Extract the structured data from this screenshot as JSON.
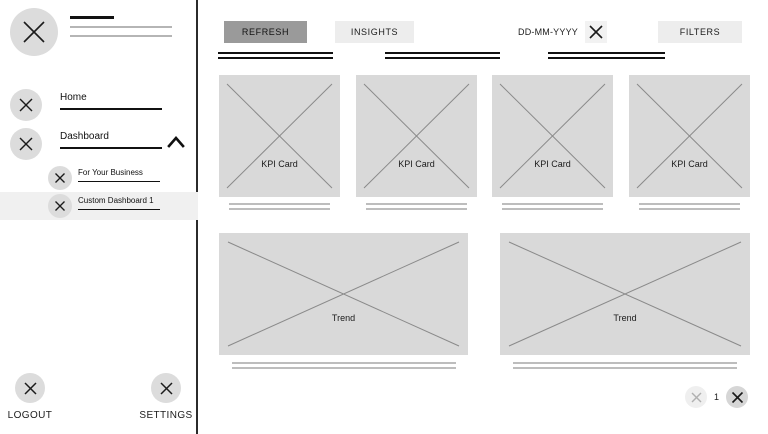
{
  "sidebar": {
    "logo": {
      "icon": "logo-x-icon",
      "placeholder_lines": 3
    },
    "items": [
      {
        "label": "Home",
        "icon": "circle-x-icon",
        "level": 0,
        "active": false
      },
      {
        "label": "Dashboard",
        "icon": "circle-x-icon",
        "level": 0,
        "active": false,
        "expanded": true,
        "chevron": "chevron-up-icon"
      },
      {
        "label": "For Your Business",
        "icon": "circle-x-icon",
        "level": 1,
        "active": false
      },
      {
        "label": "Custom Dashboard 1",
        "icon": "circle-x-icon",
        "level": 1,
        "active": true
      }
    ],
    "footer": [
      {
        "label": "LOGOUT",
        "icon": "circle-x-icon"
      },
      {
        "label": "SETTINGS",
        "icon": "circle-x-icon"
      }
    ]
  },
  "toolbar": {
    "refresh_label": "REFRESH",
    "insights_label": "INSIGHTS",
    "filters_label": "FILTERS",
    "date_value": "DD-MM-YYYY",
    "date_icon": "calendar-x-icon"
  },
  "main": {
    "kpi_cards": [
      {
        "label": "KPI Card"
      },
      {
        "label": "KPI Card"
      },
      {
        "label": "KPI Card"
      },
      {
        "label": "KPI Card"
      }
    ],
    "trend_cards": [
      {
        "label": "Trend"
      },
      {
        "label": "Trend"
      }
    ]
  },
  "pagination": {
    "prev_icon": "circle-x-icon-disabled",
    "page_number": "1",
    "next_icon": "circle-x-icon"
  },
  "colors": {
    "accent": "#9a9a9a",
    "card_fill": "#d9d9d9",
    "button_fill": "#ededed",
    "active_row": "#f0f0f0",
    "divider": "#2b2b2b",
    "rule_dark": "#111111",
    "rule_light": "#bdbdbd"
  }
}
